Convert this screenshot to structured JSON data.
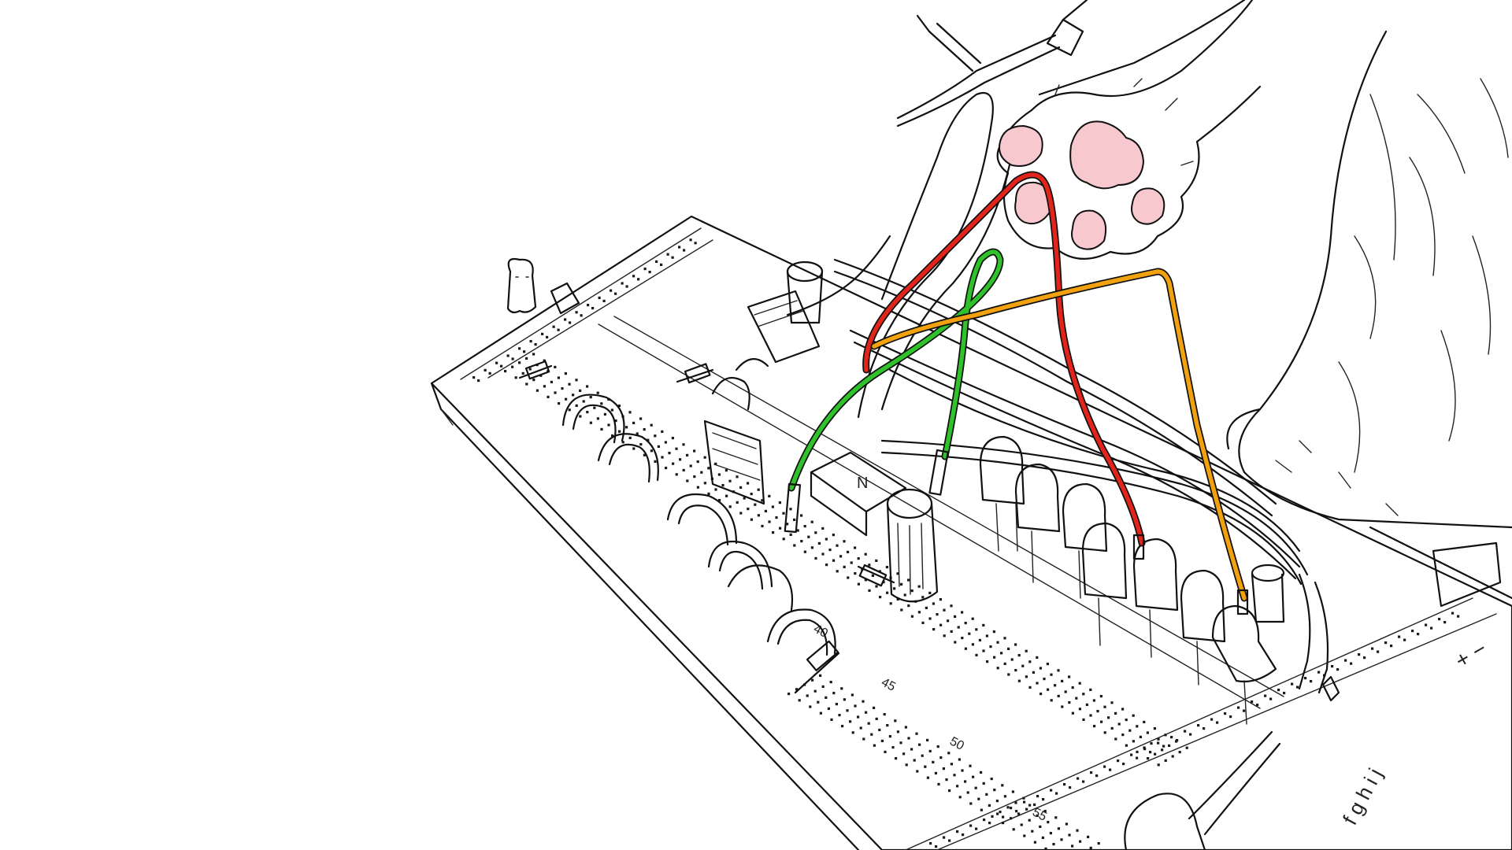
{
  "illustration": {
    "row_numbers": [
      "40",
      "45",
      "50",
      "55"
    ],
    "column_letters": "f g h i j",
    "rail_marks": "+ −",
    "chip_marking": "N",
    "wire_colors": {
      "red": "#e3241b",
      "green": "#2fc22b",
      "orange": "#f2a20f",
      "white": "#ffffff"
    },
    "paw_pad_color": "#f7c9cf",
    "line_color": "#111111",
    "elements": [
      "breadboard",
      "cat-paw",
      "red-wire",
      "green-wire",
      "orange-wire",
      "white-wire-bundle",
      "integrated-circuit-chips",
      "capacitors",
      "resistors",
      "leds",
      "jumper-wire-loops"
    ]
  }
}
